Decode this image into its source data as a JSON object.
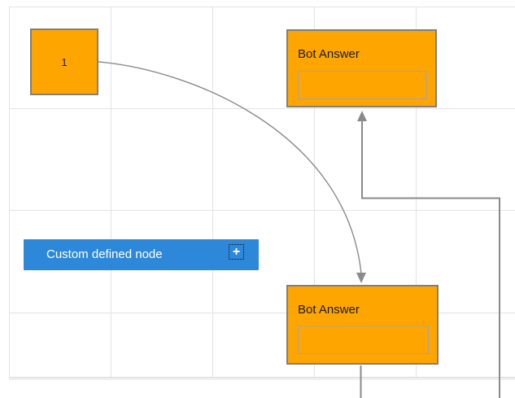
{
  "diagram": {
    "node_square": {
      "label": "1"
    },
    "node_bot_top": {
      "label": "Bot Answer"
    },
    "node_bot_bottom": {
      "label": "Bot Answer"
    },
    "node_custom": {
      "label": "Custom defined node"
    }
  },
  "icons": {
    "plus": "+"
  },
  "colors": {
    "orange": "#FFA500",
    "orange_border": "#7F7F7F",
    "blue": "#2E88DA",
    "connector": "#8A8A8A",
    "grid_line": "#E3E3E3",
    "grid_border": "#D9D9D9",
    "text_dark": "#1B1B1B",
    "text_light": "#FFFFFF"
  }
}
